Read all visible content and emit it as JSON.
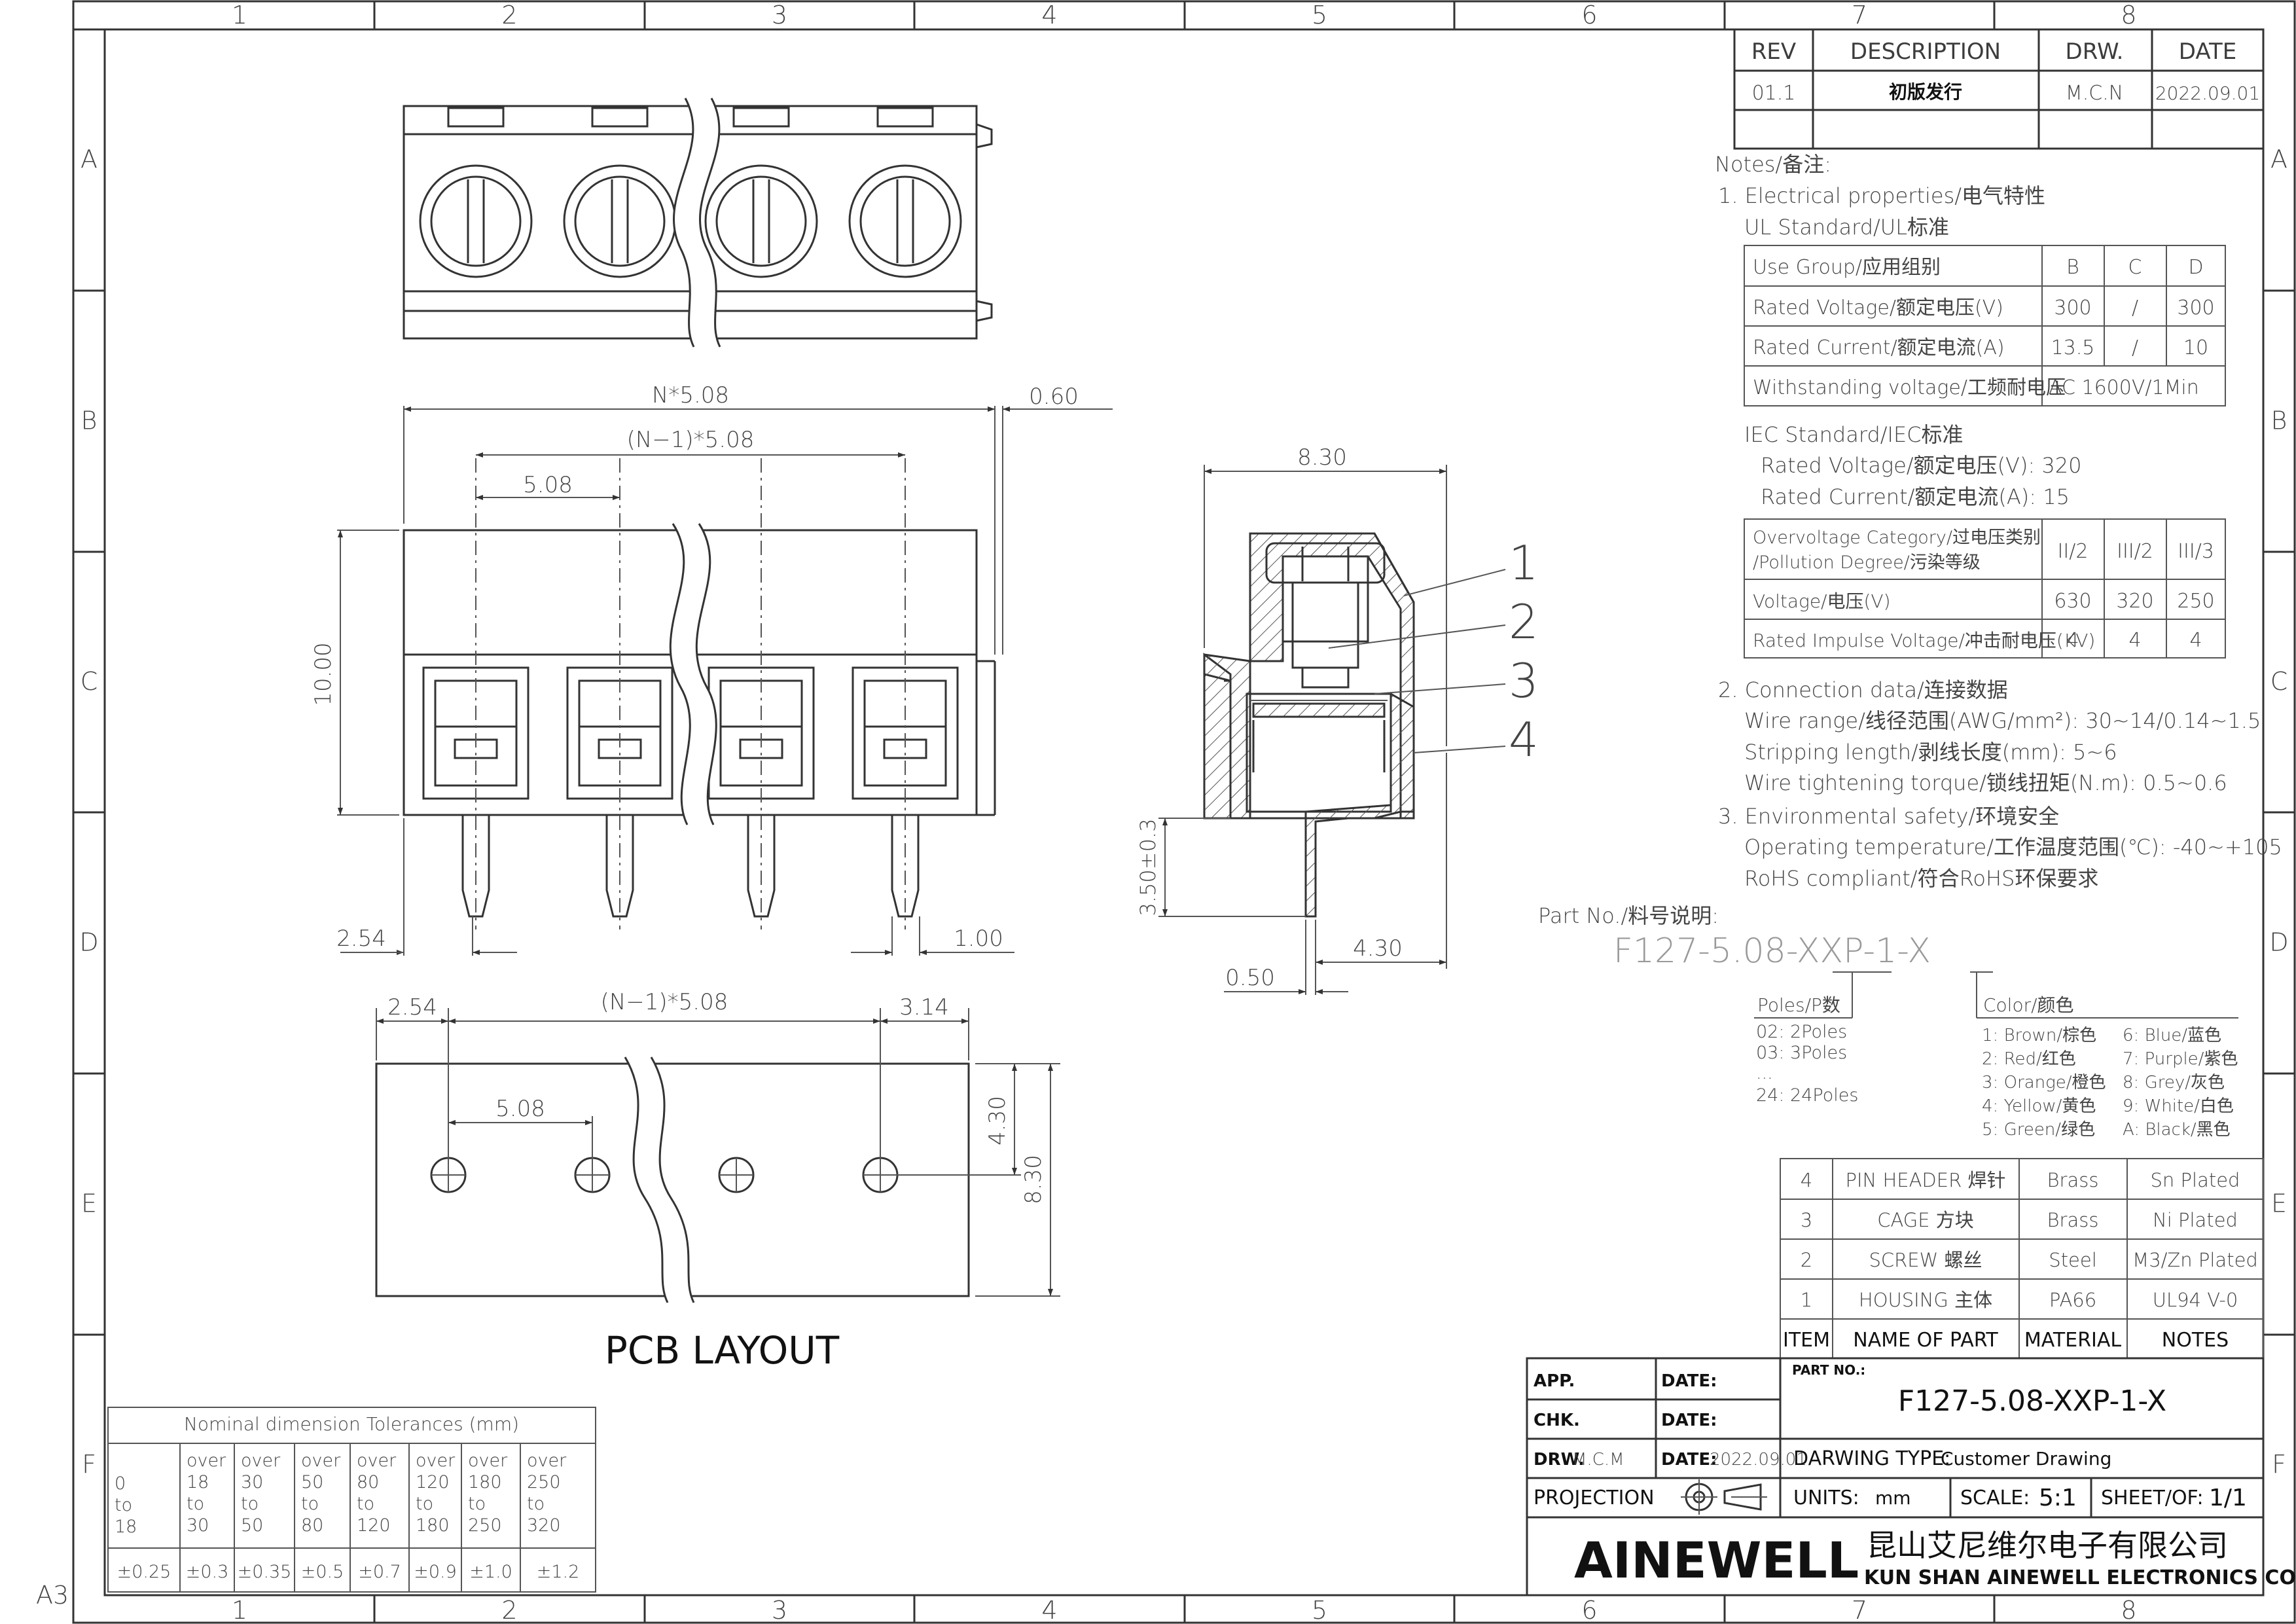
{
  "frame": {
    "col_labels": [
      "1",
      "2",
      "3",
      "4",
      "5",
      "6",
      "7",
      "8"
    ],
    "row_labels": [
      "A",
      "B",
      "C",
      "D",
      "E",
      "F"
    ],
    "sheet_size": "A3"
  },
  "revision_table": {
    "headers": [
      "REV",
      "DESCRIPTION",
      "DRW.",
      "DATE"
    ],
    "rows": [
      [
        "01.1",
        "初版发行",
        "M.C.N",
        "2022.09.01"
      ]
    ]
  },
  "notes": {
    "title": "Notes/备注:",
    "electrical_title": "1. Electrical properties/电气特性",
    "ul_title": "UL Standard/UL标准",
    "ul_table": [
      [
        "Use Group/应用组别",
        "B",
        "C",
        "D"
      ],
      [
        "Rated Voltage/额定电压(V)",
        "300",
        "/",
        "300"
      ],
      [
        "Rated Current/额定电流(A)",
        "13.5",
        "/",
        "10"
      ],
      [
        "Withstanding voltage/工频耐电压",
        "AC 1600V/1Min"
      ]
    ],
    "iec_title": "IEC Standard/IEC标准",
    "iec_voltage": "Rated Voltage/额定电压(V):  320",
    "iec_current": "Rated Current/额定电流(A):  15",
    "iec_table": [
      [
        "Overvoltage Category/过电压类别",
        "/Pollution Degree/污染等级",
        "II/2",
        "III/2",
        "III/3"
      ],
      [
        "Voltage/电压(V)",
        "630",
        "320",
        "250"
      ],
      [
        "Rated Impulse Voltage/冲击耐电压(KV)",
        "4",
        "4",
        "4"
      ]
    ],
    "connection_title": "2. Connection data/连接数据",
    "wire_range": "Wire range/线径范围(AWG/mm²):  30~14/0.14~1.5",
    "stripping": "Stripping length/剥线长度(mm):  5~6",
    "torque": "Wire tightening torque/锁线扭矩(N.m):  0.5~0.6",
    "env_title": "3. Environmental safety/环境安全",
    "operating_temp": "Operating temperature/工作温度范围(℃):  -40~+105",
    "rohs": "RoHS compliant/符合RoHS环保要求"
  },
  "part_no": {
    "label": "Part No./料号说明:",
    "code": "F127-5.08-XXP-1-X",
    "poles_title": "Poles/P数",
    "poles": [
      "02: 2Poles",
      "03: 3Poles",
      "...",
      "24: 24Poles"
    ],
    "color_title": "Color/颜色",
    "colors_left": [
      "1: Brown/棕色",
      "2: Red/红色",
      "3: Orange/橙色",
      "4: Yellow/黄色",
      "5: Green/绿色"
    ],
    "colors_right": [
      "6: Blue/蓝色",
      "7: Purple/紫色",
      "8: Grey/灰色",
      "9: White/白色",
      "A: Black/黑色"
    ]
  },
  "bom": {
    "rows": [
      [
        "4",
        "PIN HEADER 焊针",
        "Brass",
        "Sn Plated"
      ],
      [
        "3",
        "CAGE 方块",
        "Brass",
        "Ni Plated"
      ],
      [
        "2",
        "SCREW 螺丝",
        "Steel",
        "M3/Zn Plated"
      ],
      [
        "1",
        "HOUSING 主体",
        "PA66",
        "UL94 V-0"
      ]
    ],
    "headers": [
      "ITEM",
      "NAME OF PART",
      "MATERIAL",
      "NOTES"
    ]
  },
  "title_block": {
    "app": "APP.",
    "chk": "CHK.",
    "drw": "DRW.",
    "drw_value": "M.C.M",
    "date": "DATE:",
    "date_value": "2022.09.01",
    "projection": "PROJECTION",
    "part_no_label": "PART NO.:",
    "part_no_value": "F127-5.08-XXP-1-X",
    "drawing_type_label": "DARWING TYPE:",
    "drawing_type_value": "Customer Drawing",
    "units_label": "UNITS:",
    "units_value": "mm",
    "scale_label": "SCALE:",
    "scale_value": "5:1",
    "sheet_label": "SHEET/OF:",
    "sheet_value": "1/1",
    "logo": "AINEWELL",
    "company_cn": "昆山艾尼维尔电子有限公司",
    "company_en": "KUN SHAN AINEWELL ELECTRONICS CO.,LTD"
  },
  "tolerance_table": {
    "title": "Nominal dimension Tolerances (mm)",
    "ranges": [
      [
        "0",
        "to",
        "18"
      ],
      [
        "over",
        "18",
        "to",
        "30"
      ],
      [
        "over",
        "30",
        "to",
        "50"
      ],
      [
        "over",
        "50",
        "to",
        "80"
      ],
      [
        "over",
        "80",
        "to",
        "120"
      ],
      [
        "over",
        "120",
        "to",
        "180"
      ],
      [
        "over",
        "180",
        "to",
        "250"
      ],
      [
        "over",
        "250",
        "to",
        "320"
      ]
    ],
    "values": [
      "±0.25",
      "±0.3",
      "±0.35",
      "±0.5",
      "±0.7",
      "±0.9",
      "±1.0",
      "±1.2"
    ]
  },
  "dimensions": {
    "n_pitch": "N*5.08",
    "n1_pitch": "(N−1)*5.08",
    "pitch": "5.08",
    "offset_060": "0.60",
    "height": "10.00",
    "pin_offset": "2.54",
    "pin_width": "1.00",
    "side_width": "8.30",
    "pin_length": "3.50±0.3",
    "pin_pos": "4.30",
    "pin_thk": "0.50",
    "callouts": [
      "1",
      "2",
      "3",
      "4"
    ],
    "pcb_left": "2.54",
    "pcb_n1": "(N−1)*5.08",
    "pcb_right": "3.14",
    "pcb_pitch": "5.08",
    "pcb_hole_offset": "4.30",
    "pcb_depth": "8.30"
  },
  "pcb_title": "PCB LAYOUT"
}
